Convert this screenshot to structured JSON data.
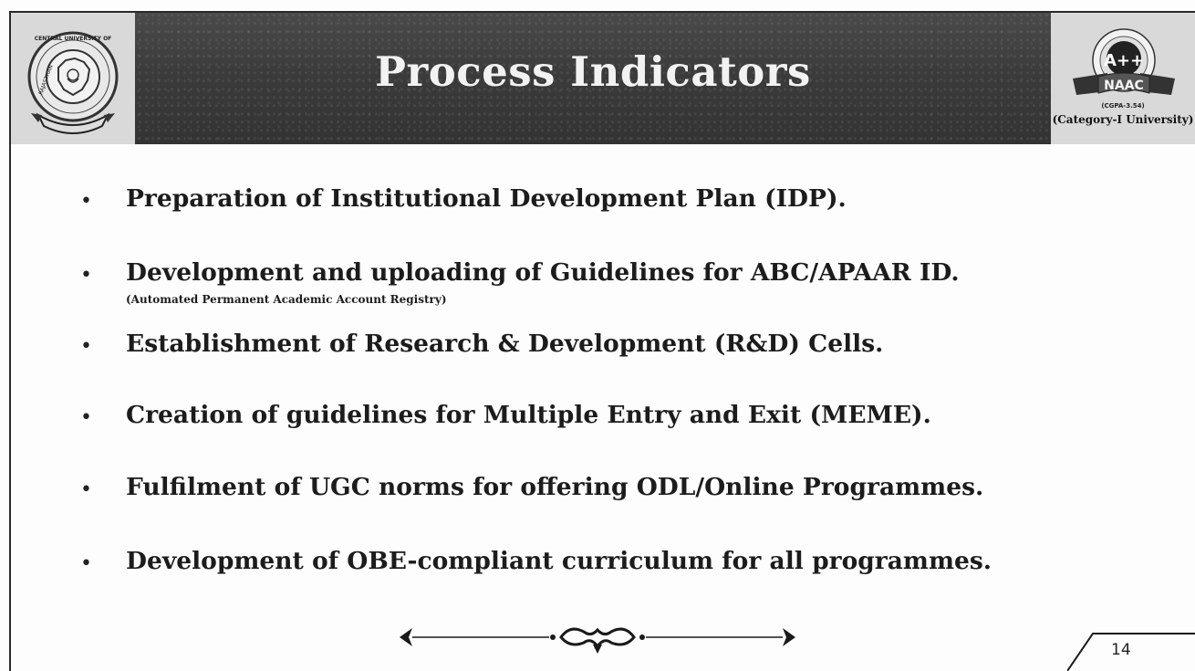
{
  "header": {
    "title": "Process Indicators",
    "left_logo": {
      "icon": "central-university-of-rajasthan-seal-icon",
      "lettering": "CENTRAL UNIVERSITY OF RAJASTHAN"
    },
    "right_logo": {
      "icon": "naac-a-plus-plus-badge-icon",
      "grade": "A++",
      "name": "NAAC",
      "cgpa": "(CGPA-3.54)",
      "category": "(Category-I University)"
    }
  },
  "bullets": [
    {
      "text": "Preparation of Institutional Development Plan (IDP)."
    },
    {
      "text": "Development and uploading of Guidelines for ABC/APAAR ID.",
      "subtext": "(Automated Permanent Academic Account Registry)"
    },
    {
      "text": "Establishment of Research & Development (R&D) Cells."
    },
    {
      "text": "Creation of guidelines for Multiple Entry and Exit (MEME)."
    },
    {
      "text": "Fulfilment of UGC norms for offering ODL/Online Programmes."
    },
    {
      "text": "Development of OBE-compliant curriculum for all programmes."
    }
  ],
  "footer": {
    "ornament_icon": "decorative-flourish-divider-icon",
    "page_number": "14"
  },
  "colors": {
    "header_band": "#3b3b3b",
    "title_text": "#f2f2f2",
    "body_text": "#1c1c1c"
  }
}
